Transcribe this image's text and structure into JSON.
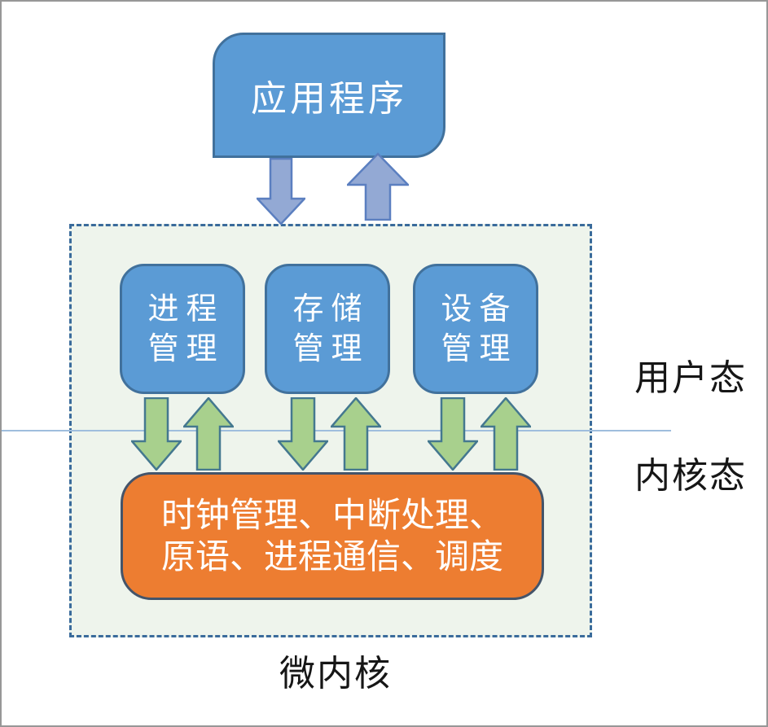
{
  "page": {
    "app_label": "应用程序",
    "modules": [
      {
        "label": "进程\n管理"
      },
      {
        "label": "存储\n管理"
      },
      {
        "label": "设备\n管理"
      }
    ],
    "kernel_services_label": "时钟管理、中断处理、\n原语、进程通信、调度",
    "user_mode_label": "用户态",
    "kernel_mode_label": "内核态",
    "caption": "微内核",
    "colors": {
      "box_blue": "#5b9bd5",
      "box_blue_border": "#41719c",
      "arrow_blue": "#93a9d4",
      "arrow_blue_border": "#5b7fc0",
      "arrow_green": "#a8d08d",
      "arrow_green_border": "#44788f",
      "kernel_orange": "#ed7d31",
      "kernel_orange_border": "#44546a",
      "dashed_border": "#3a6b9b",
      "inner_bg": "#eef4ec",
      "divider_line": "#9fbedd"
    }
  }
}
